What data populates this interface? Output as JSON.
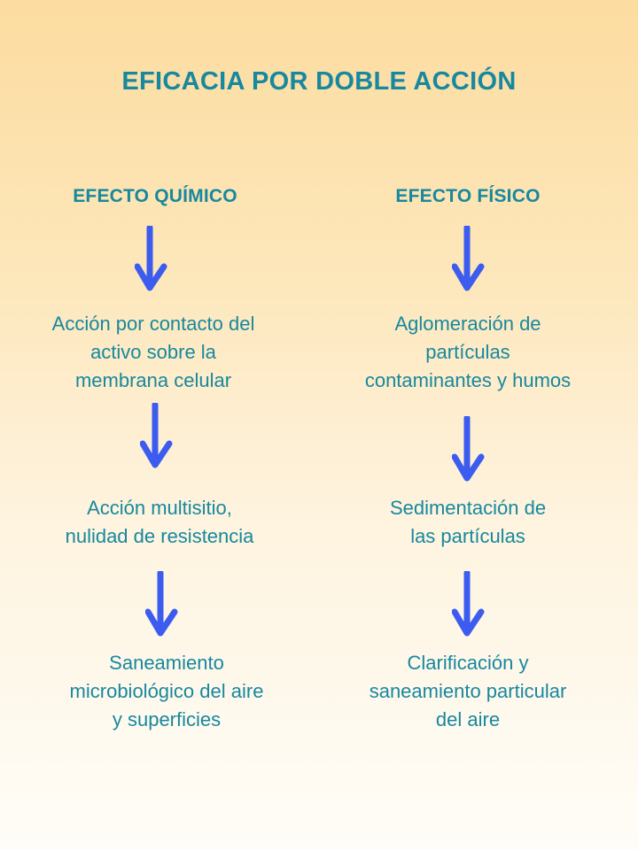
{
  "title": "EFICACIA POR DOBLE ACCIÓN",
  "colors": {
    "text": "#17889e",
    "arrow": "#3c5cf0",
    "bg_top": "#fcdca0",
    "bg_bottom": "#fffdf8"
  },
  "columns": [
    {
      "heading": "EFECTO QUÍMICO",
      "steps": [
        "Acción por contacto del\nactivo sobre la\nmembrana celular",
        "Acción multisitio,\nnulidad de resistencia",
        "Saneamiento\nmicrobiológico del aire\ny superficies"
      ]
    },
    {
      "heading": "EFECTO FÍSICO",
      "steps": [
        "Aglomeración de\npartículas\ncontaminantes y humos",
        "Sedimentación de\nlas partículas",
        "Clarificación y\nsaneamiento particular\ndel aire"
      ]
    }
  ]
}
